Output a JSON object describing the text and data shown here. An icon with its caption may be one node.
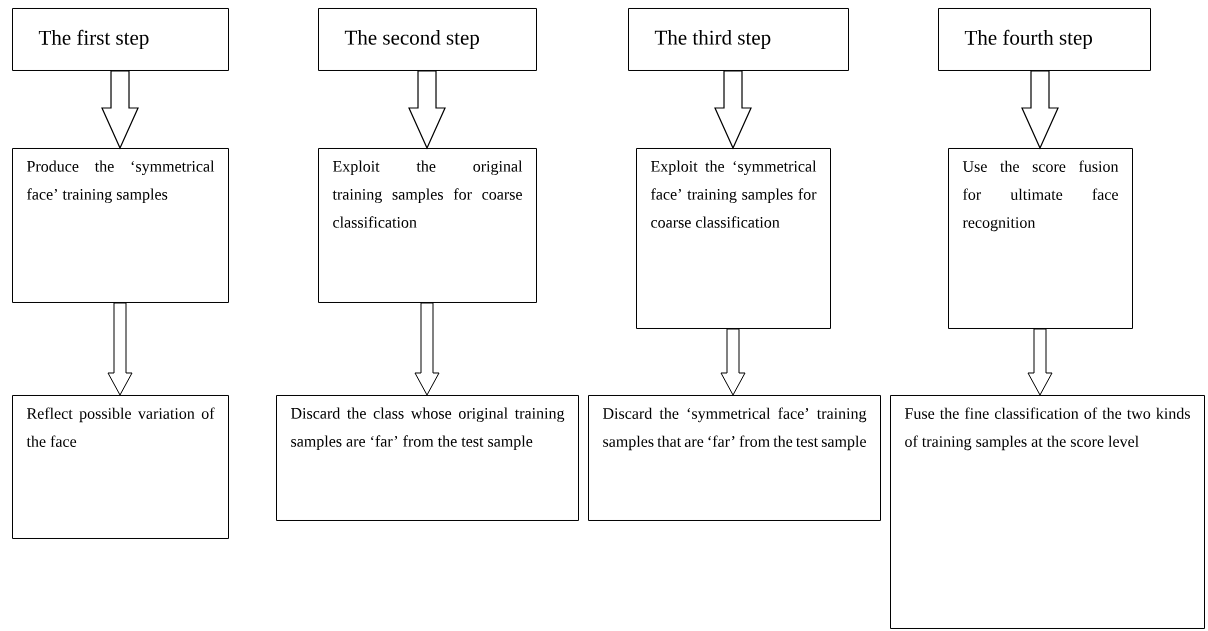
{
  "diagram": {
    "nodes": [
      {
        "text": [
          "The first step"
        ]
      },
      {
        "text": [
          "The second step"
        ]
      },
      {
        "text": [
          "The third step"
        ]
      },
      {
        "text": [
          "The fourth step"
        ]
      },
      {
        "text": [
          "Produce the ‘symmetrical face’ training samples"
        ]
      },
      {
        "text": [
          "Exploit the original training samples for coarse classification"
        ]
      },
      {
        "text": [
          "Exploit the ‘symmetrical face’ training samples for coarse classification"
        ]
      },
      {
        "text": [
          "Use the score fusion for ultimate face recognition"
        ]
      },
      {
        "text": [
          "Reflect possible variation of the face"
        ]
      },
      {
        "text": [
          "Discard the class whose original training samples are ‘far’ from the test sample"
        ]
      },
      {
        "text": [
          "Discard the ‘symmetrical face’ training samples that are ‘far’ from the test sample"
        ]
      },
      {
        "text": [
          "Fuse the fine classification of the two kinds of training samples at the score level"
        ]
      }
    ],
    "edges": [
      {
        "from": 0,
        "to": 4,
        "arrow": "to",
        "style": "thick"
      },
      {
        "from": 1,
        "to": 5,
        "arrow": "to",
        "style": "thick"
      },
      {
        "from": 2,
        "to": 6,
        "arrow": "to",
        "style": "thick"
      },
      {
        "from": 3,
        "to": 7,
        "arrow": "to",
        "style": "thick"
      },
      {
        "from": 4,
        "to": 8,
        "arrow": "to"
      },
      {
        "from": 5,
        "to": 9,
        "arrow": "to"
      },
      {
        "from": 6,
        "to": 10,
        "arrow": "to"
      },
      {
        "from": 7,
        "to": 11,
        "arrow": "to"
      }
    ]
  }
}
